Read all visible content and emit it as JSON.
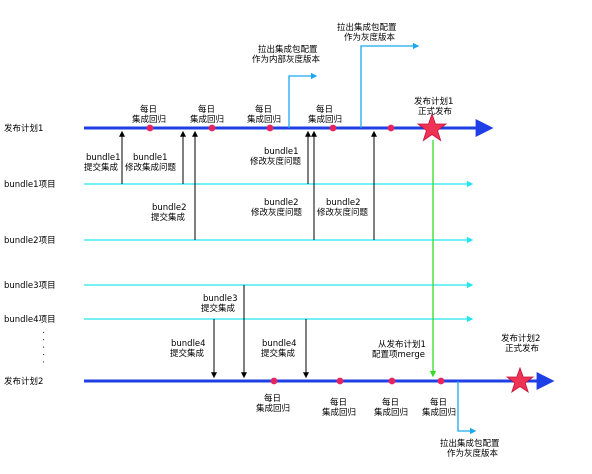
{
  "lanes": {
    "plan1": "发布计划1",
    "bundle1": "bundle1项目",
    "bundle2": "bundle2项目",
    "bundle3": "bundle3项目",
    "bundle4": "bundle4项目",
    "ellipsis": ". . . . .",
    "plan2": "发布计划2"
  },
  "daily": [
    "每日",
    "集成回归"
  ],
  "plan1_daily_count": 4,
  "plan2_daily_count": 4,
  "annotations": {
    "pull_internal": [
      "拉出集成包配置",
      "作为内部灰度版本"
    ],
    "pull_gray_top": [
      "拉出集成包配置",
      "作为灰度版本"
    ],
    "plan1_release": [
      "发布计划1",
      "正式发布"
    ],
    "bundle1_submit": [
      "bundle1",
      "提交集成"
    ],
    "bundle1_fix": [
      "bundle1",
      "修改集成问题"
    ],
    "bundle1_gray_fix": [
      "bundle1",
      "修改灰度问题"
    ],
    "bundle2_submit": [
      "bundle2",
      "提交集成"
    ],
    "bundle2_gray_fix_a": [
      "bundle2",
      "修改灰度问题"
    ],
    "bundle2_gray_fix_b": [
      "bundle2",
      "修改灰度问题"
    ],
    "bundle3_submit": [
      "bundle3",
      "提交集成"
    ],
    "bundle4_submit": [
      "bundle4",
      "提交集成"
    ],
    "bundle4_submit_b": [
      "bundle4",
      "提交集成"
    ],
    "merge": [
      "从发布计划1",
      "配置项merge"
    ],
    "plan2_release": [
      "发布计划2",
      "正式发布"
    ],
    "pull_gray_bottom": [
      "拉出集成包配置",
      "作为灰度版本"
    ]
  },
  "colors": {
    "plan_line": "#1f3fe6",
    "bundle_line": "#22e5ee",
    "pull_arrow": "#1aa8ee",
    "merge_arrow": "#33dd22",
    "dot": "#e8245e",
    "star": "#ee3355",
    "connector": "#000000"
  }
}
